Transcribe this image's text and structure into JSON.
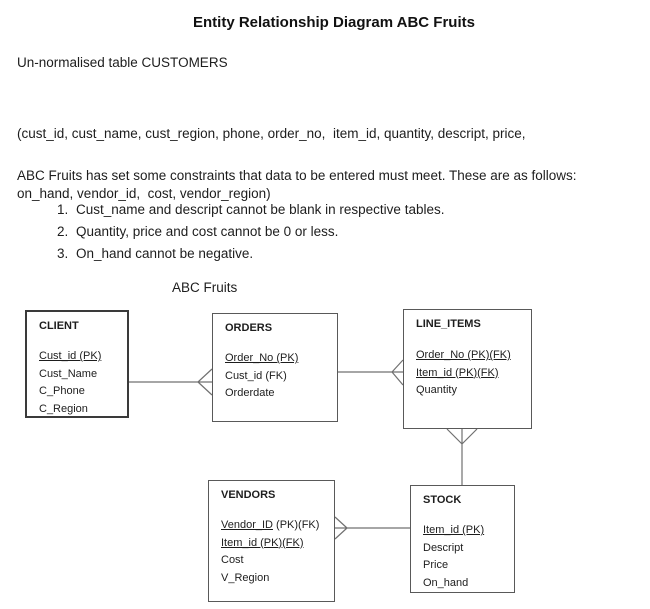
{
  "page": {
    "title": "Entity Relationship Diagram ABC Fruits"
  },
  "unnormalised": {
    "heading": "Un-normalised table CUSTOMERS",
    "attributes_line1": "(cust_id, cust_name, cust_region, phone, order_no,  item_id, quantity, descript, price,",
    "attributes_line2": "on_hand, vendor_id,  cost, vendor_region)"
  },
  "constraints": {
    "intro": "ABC Fruits has set some constraints that data to be entered must meet. These are as follows:",
    "items": [
      {
        "num": "1.",
        "text": "Cust_name and descript cannot be blank in respective tables."
      },
      {
        "num": "2.",
        "text": "Quantity, price and cost cannot be 0 or less."
      },
      {
        "num": "3.",
        "text": "On_hand cannot be negative."
      }
    ]
  },
  "diagram": {
    "label": "ABC Fruits",
    "entities": [
      {
        "name": "CLIENT",
        "fields": [
          {
            "u": "Cust_id (PK)",
            "rest": ""
          },
          {
            "u": "",
            "rest": "Cust_Name"
          },
          {
            "u": "",
            "rest": "C_Phone"
          },
          {
            "u": "",
            "rest": "C_Region"
          }
        ]
      },
      {
        "name": "ORDERS",
        "fields": [
          {
            "u": "Order_No (PK)",
            "rest": ""
          },
          {
            "u": "",
            "rest": "Cust_id (FK)"
          },
          {
            "u": "",
            "rest": "Orderdate"
          }
        ]
      },
      {
        "name": "LINE_ITEMS",
        "fields": [
          {
            "u": "Order_No (PK)(FK)",
            "rest": ""
          },
          {
            "u": "Item_id (PK)(FK)",
            "rest": ""
          },
          {
            "u": "",
            "rest": "Quantity"
          }
        ]
      },
      {
        "name": "VENDORS",
        "fields": [
          {
            "u": "Vendor_ID",
            "rest": " (PK)(FK)"
          },
          {
            "u": "Item_id (PK)(FK)",
            "rest": ""
          },
          {
            "u": "",
            "rest": "Cost"
          },
          {
            "u": "",
            "rest": "V_Region"
          }
        ]
      },
      {
        "name": "STOCK",
        "fields": [
          {
            "u": "Item_id (PK)",
            "rest": ""
          },
          {
            "u": "",
            "rest": "Descript"
          },
          {
            "u": "",
            "rest": "Price"
          },
          {
            "u": "",
            "rest": "On_hand"
          }
        ]
      }
    ],
    "relationships": [
      {
        "from": "CLIENT",
        "to": "ORDERS",
        "type": "one-to-many",
        "crows_foot_at": "ORDERS"
      },
      {
        "from": "ORDERS",
        "to": "LINE_ITEMS",
        "type": "one-to-many",
        "crows_foot_at": "LINE_ITEMS"
      },
      {
        "from": "STOCK",
        "to": "LINE_ITEMS",
        "type": "one-to-many",
        "crows_foot_at": "LINE_ITEMS"
      },
      {
        "from": "STOCK",
        "to": "VENDORS",
        "type": "one-to-many",
        "crows_foot_at": "VENDORS"
      }
    ],
    "colors": {
      "line": "#707070",
      "box_border": "#595959",
      "client_border": "#3a3a3a",
      "text": "#1d1d1d"
    }
  }
}
